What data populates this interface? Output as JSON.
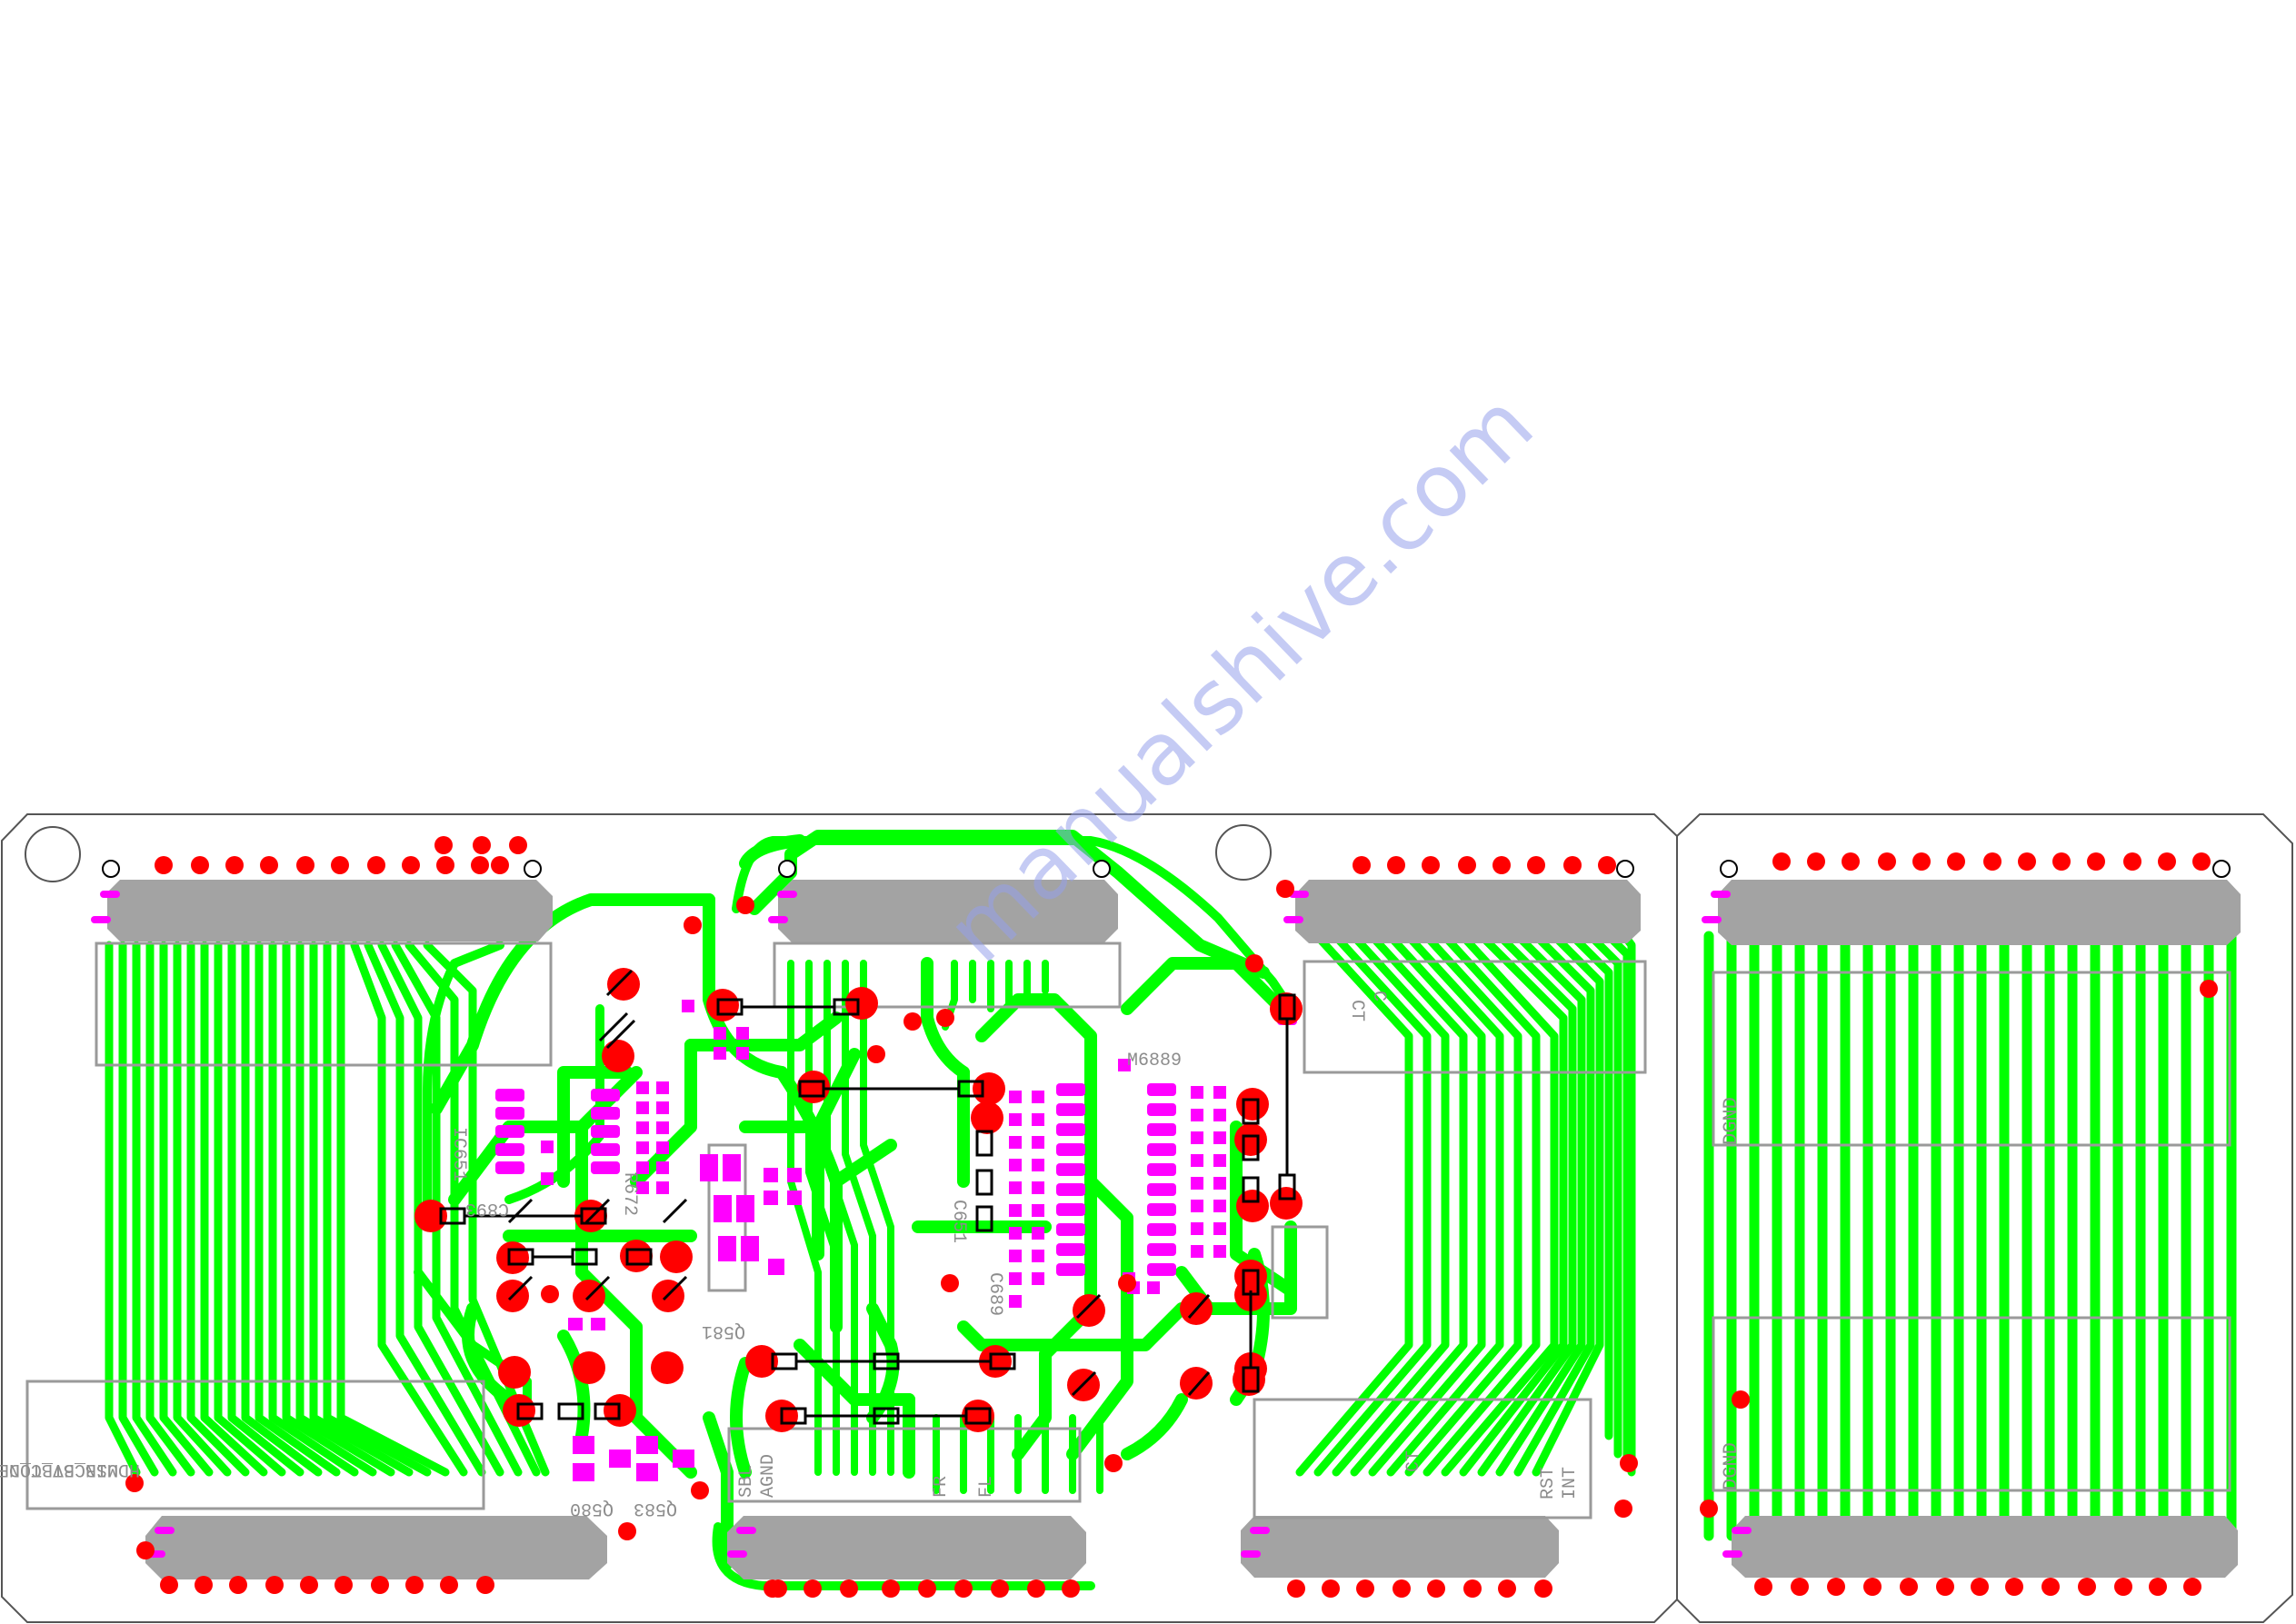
{
  "watermark": "manualshive.com",
  "labels": {
    "bt_det": "BT_DET",
    "bt_con": "BT_CON",
    "nc": "NC",
    "usb_5v": "USB_5V",
    "hdmi": "HDMI",
    "sbl": "SBL",
    "agnd": "AGND",
    "fr": "FR",
    "fl": "FL",
    "dgnd": "DGND",
    "c1": "C",
    "ct": "CT",
    "rst": "RST",
    "int": "INT",
    "part_ic1": "IC651",
    "part_ic2": "M6889",
    "part_c893": "C893",
    "part_c651": "C651",
    "part_c689": "C689",
    "part_r672": "R672",
    "part_q580": "Q580",
    "part_q583": "Q583",
    "part_q581": "Q581"
  },
  "colors": {
    "board_outline": "#555555",
    "trace": "#00ff00",
    "pad": "#ff0000",
    "smd_pad": "#ff00ff",
    "connector_body": "#a3a3a3",
    "silkscreen": "#8c8c8c",
    "watermark": "#9aa0eb"
  }
}
